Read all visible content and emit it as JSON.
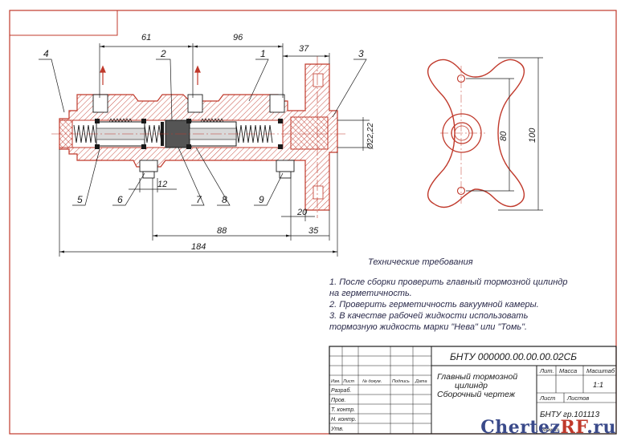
{
  "colors": {
    "frame": "#c0392b",
    "body": "#e74c3c",
    "hatch": "#c0392b",
    "black": "#1a1a1a",
    "text": "#2a2a4a"
  },
  "dimensions": {
    "d61": "61",
    "d96": "96",
    "d37": "37",
    "d12": "12",
    "d20": "20",
    "d35": "35",
    "d88": "88",
    "d184": "184",
    "d_dia": "Ø22,22",
    "d80": "80",
    "d100": "100"
  },
  "callouts": {
    "c1": "1",
    "c2": "2",
    "c3": "3",
    "c4": "4",
    "c5": "5",
    "c6": "6",
    "c7": "7",
    "c8": "8",
    "c9": "9"
  },
  "tech_requirements": {
    "title": "Технические требования",
    "line1": "1. После сборки проверить главный тормозной цилиндр",
    "line1b": "на герметичность.",
    "line2": "2. Проверить герметичность вакуумной камеры.",
    "line3": "3. В качестве рабочей жидкости использовать",
    "line3b": "тормозную жидкость марки \"Нева\" или \"Томь\"."
  },
  "title_block": {
    "designation": "БНТУ 000000.00.00.00.02СБ",
    "name_l1": "Главный тормозной",
    "name_l2": "цилиндр",
    "name_l3": "Сборочный чертеж",
    "col_lit": "Лит.",
    "col_mass": "Масса",
    "col_scale": "Масштаб",
    "scale": "1:1",
    "sheet": "Лист",
    "sheets": "Листов",
    "org": "БНТУ гр.101113",
    "h_izm": "Изм.",
    "h_list": "Лист",
    "h_doc": "№ докум.",
    "h_sign": "Подпись",
    "h_date": "Дата",
    "r_razrab": "Разраб.",
    "r_prov": "Пров.",
    "r_tkontr": "Т. контр.",
    "r_nkontr": "Н. контр.",
    "r_utv": "Утв.",
    "format": "Формат"
  },
  "watermark": {
    "part1": "Chertez",
    "part2": "RF",
    "part3": ".ru"
  }
}
